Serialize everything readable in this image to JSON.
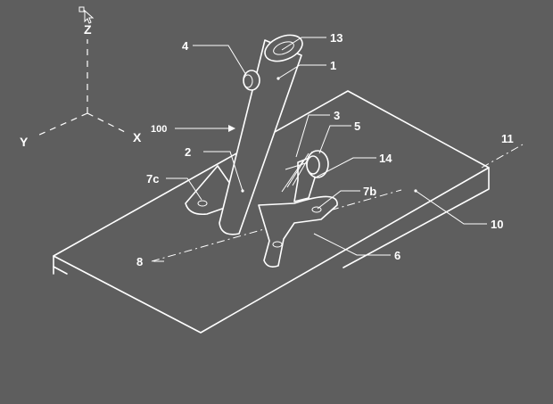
{
  "axes": {
    "z": "Z",
    "y": "Y",
    "x": "X"
  },
  "labels": {
    "l1": "1",
    "l2": "2",
    "l3": "3",
    "l4": "4",
    "l5": "5",
    "l6": "6",
    "l7b": "7b",
    "l7c": "7c",
    "l8": "8",
    "l10": "10",
    "l11": "11",
    "l13": "13",
    "l14": "14",
    "l100": "100"
  }
}
